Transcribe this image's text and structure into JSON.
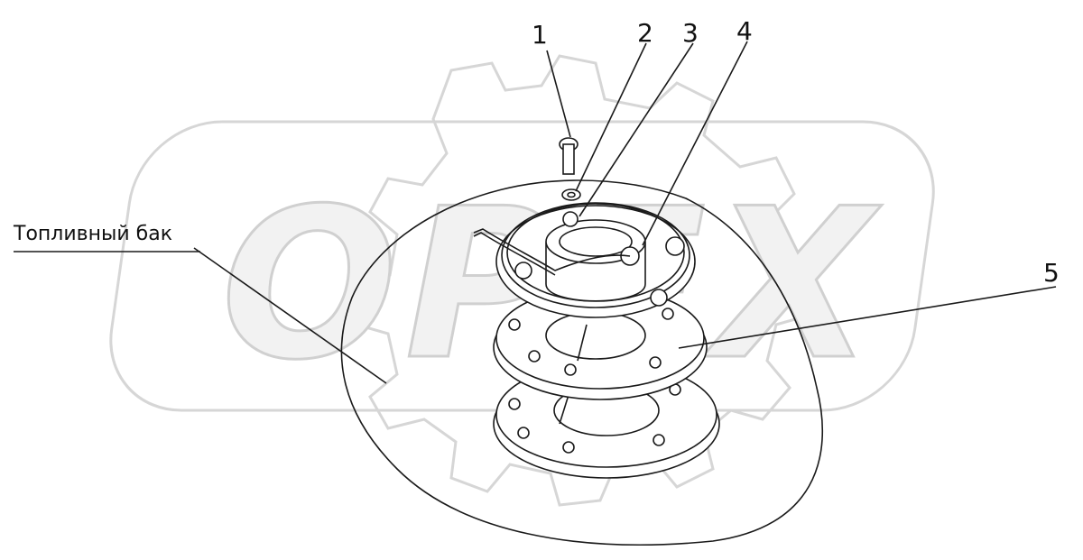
{
  "callouts": [
    {
      "id": "1",
      "label": "1"
    },
    {
      "id": "2",
      "label": "2"
    },
    {
      "id": "3",
      "label": "3"
    },
    {
      "id": "4",
      "label": "4"
    },
    {
      "id": "5",
      "label": "5"
    }
  ],
  "caption": "Топливный бак",
  "watermark": {
    "text": "ОРЕХ",
    "icon": "gear-watermark-icon"
  },
  "colors": {
    "ink": "#1a1a1a",
    "watermark": "#d6d6d6"
  }
}
